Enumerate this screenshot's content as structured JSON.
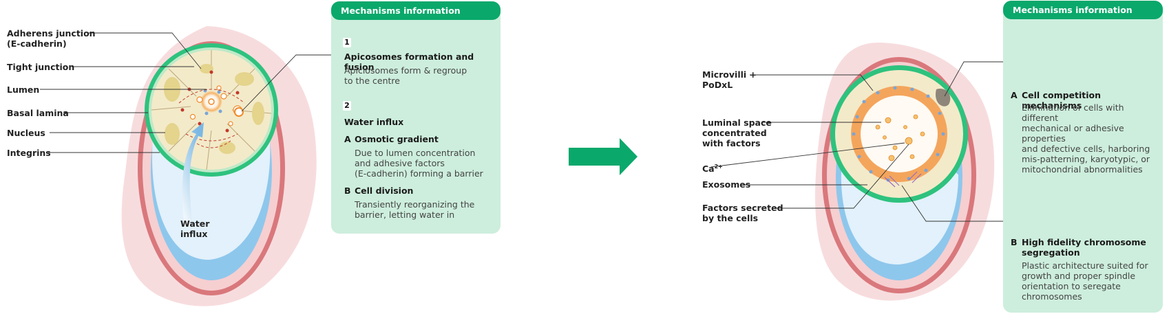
{
  "left_labels": {
    "adherens": [
      "Adherens junction",
      "(E-cadherin)"
    ],
    "tight": "Tight junction",
    "lumen": "Lumen",
    "basal": "Basal lamina",
    "nucleus": "Nucleus",
    "integrins": "Integrins",
    "water": [
      "Water",
      "influx"
    ]
  },
  "panel1": {
    "header": "Mechanisms information",
    "step1_num": "1",
    "step1_title": "Apicosomes formation and fusion",
    "step1_text": [
      "Apiciosomes form & regroup",
      "to the centre"
    ],
    "step2_num": "2",
    "step2_title": "Water influx",
    "a_letter": "A",
    "a_title": "Osmotic gradient",
    "a_text": [
      "Due to lumen concentration",
      "and adhesive factors",
      "(E-cadherin) forming a barrier"
    ],
    "b_letter": "B",
    "b_title": "Cell division",
    "b_text": [
      "Transiently reorganizing the",
      "barrier, letting water in"
    ]
  },
  "right_labels": {
    "microvilli": [
      "Microvilli +",
      "PoDxL"
    ],
    "luminal": [
      "Luminal space",
      "concentrated",
      "with factors"
    ],
    "ca": "Ca",
    "ca_sup": "2+",
    "exosomes": "Exosomes",
    "factors": [
      "Factors secreted",
      "by the cells"
    ]
  },
  "panel2": {
    "header": "Mechanisms information",
    "a_letter": "A",
    "a_title": "Cell competition mechanisms",
    "a_text": [
      "Elimination of cells with different",
      "mechanical or adhesive properties",
      "and defective cells, harboring",
      "mis-patterning, karyotypic, or",
      "mitochondrial abnormalities"
    ],
    "b_letter": "B",
    "b_title": [
      "High fidelity chromosome",
      "segregation"
    ],
    "b_text": [
      "Plastic architecture suited for",
      "growth and proper spindle",
      "orientation to seregate",
      "chromosomes"
    ]
  },
  "colors": {
    "accent_green": "#0aa86b",
    "panel_bg": "#cdeedd",
    "trophectoderm": "#f7dcde",
    "basal_red": "#d9787c",
    "blue_layer": "#8ec7ec",
    "cavity": "#e2f1fb",
    "epiblast_fill": "#f3eac9",
    "ring_green": "#2ec27e",
    "lumen_orange": "#f08a2a"
  }
}
